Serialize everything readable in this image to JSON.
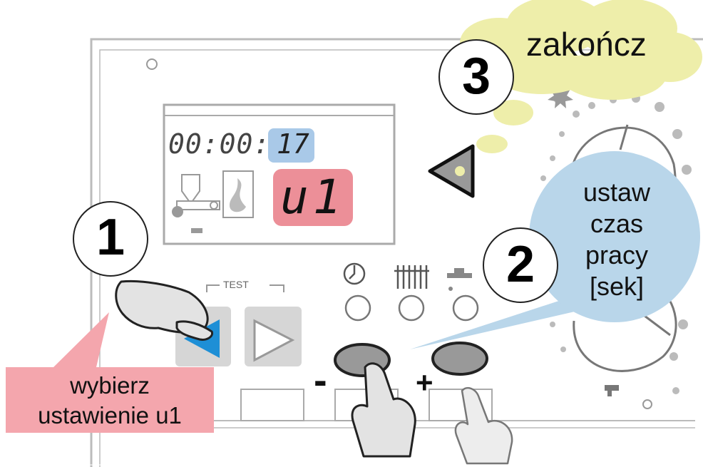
{
  "display": {
    "time": "00:00:",
    "value": "17",
    "code": "u1"
  },
  "panel": {
    "test_label": "TEST"
  },
  "steps": {
    "step1": {
      "number": "1",
      "text_line1": "wybierz",
      "text_line2": "ustawienie u1"
    },
    "step2": {
      "number": "2",
      "text_line1": "ustaw",
      "text_line2": "czas",
      "text_line3": "pracy",
      "text_line4": "[sek]"
    },
    "step3": {
      "number": "3",
      "text": "zakończ"
    }
  },
  "signs": {
    "minus": "-",
    "plus": "+"
  },
  "colors": {
    "value_highlight": "#a9c9e8",
    "code_highlight": "#ec8f98",
    "step1_callout": "#f4a6ad",
    "step2_bubble": "#b9d6ea",
    "step3_cloud": "#eeeeaa",
    "button_blue": "#1e8fd6",
    "button_grey": "#d6d6d6"
  }
}
